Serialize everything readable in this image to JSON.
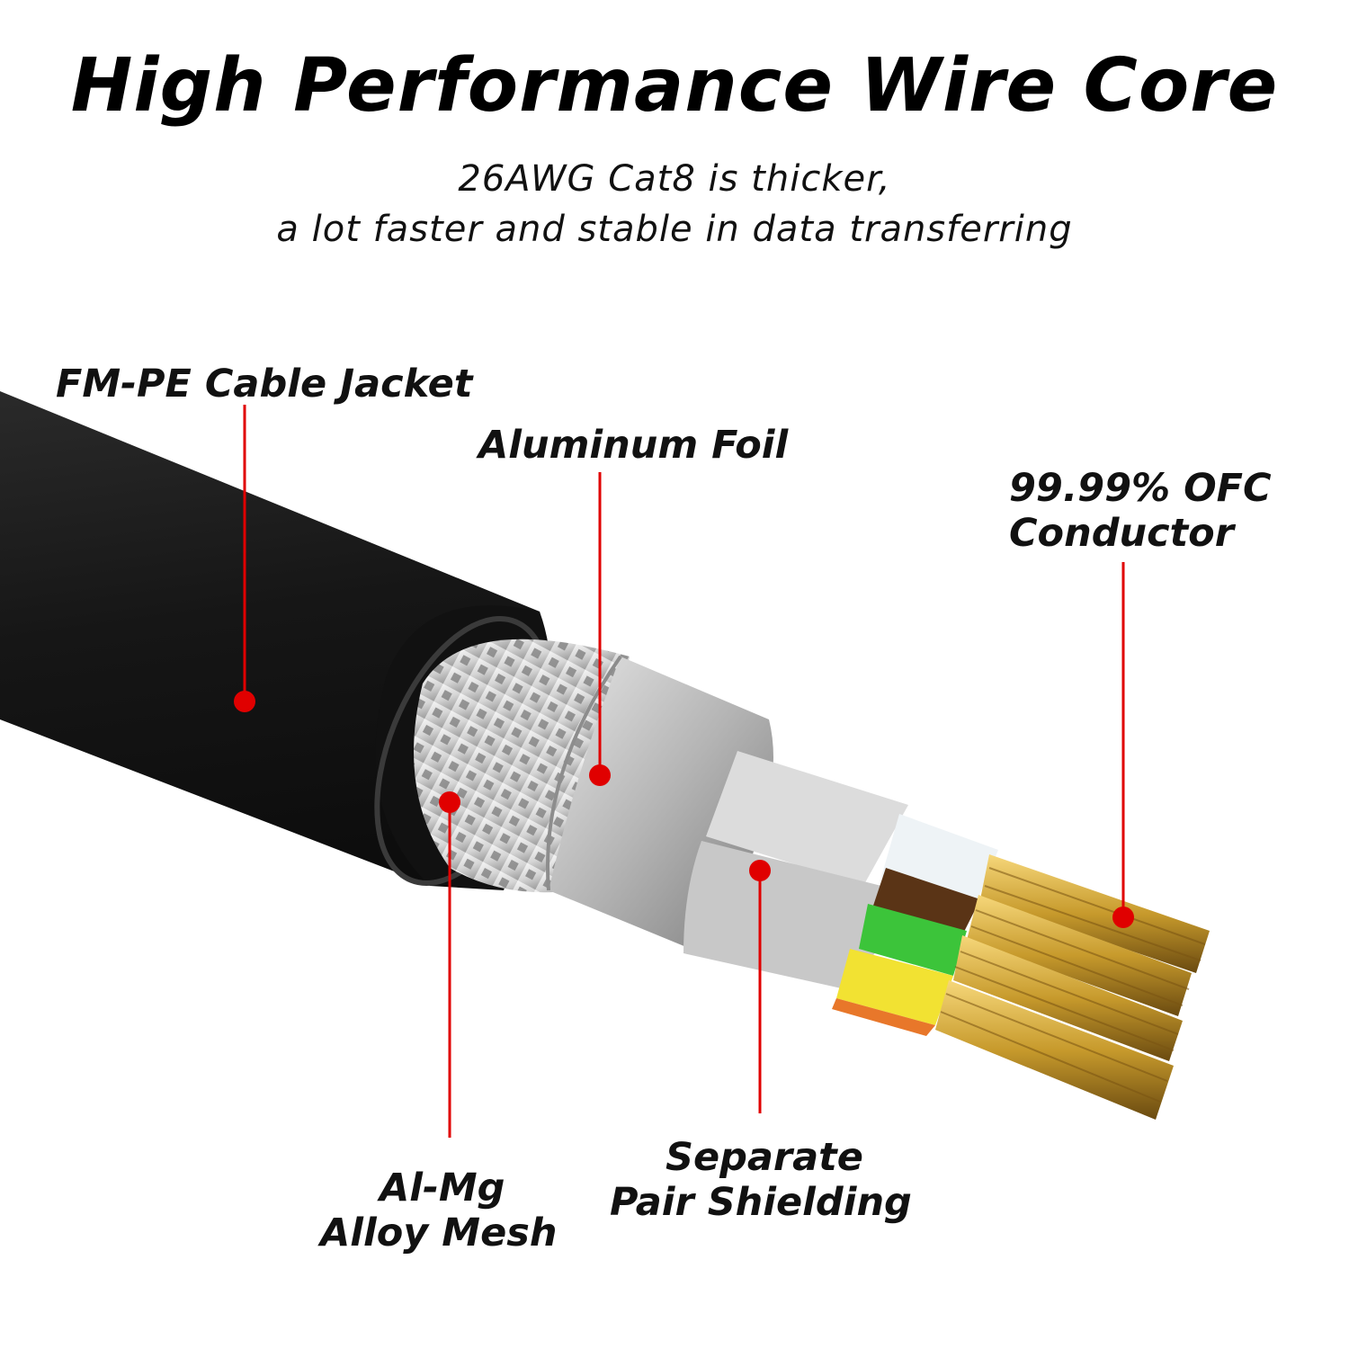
{
  "header": {
    "title": "High Performance Wire Core",
    "subtitle_line1": "26AWG Cat8 is thicker,",
    "subtitle_line2": "a lot faster and stable in data transferring"
  },
  "callouts": [
    {
      "id": "jacket",
      "lines": [
        "FM-PE Cable Jacket"
      ]
    },
    {
      "id": "foil",
      "lines": [
        "Aluminum Foil"
      ]
    },
    {
      "id": "conductor",
      "lines": [
        "99.99% OFC",
        "Conductor"
      ]
    },
    {
      "id": "mesh",
      "lines": [
        "Al-Mg",
        "Alloy Mesh"
      ]
    },
    {
      "id": "shielding",
      "lines": [
        "Separate",
        "Pair Shielding"
      ]
    }
  ],
  "colors": {
    "marker": "#e00000",
    "jacket": "#1b1b1b",
    "foil": "#b9b9b9",
    "copper": "#c9a23a"
  }
}
